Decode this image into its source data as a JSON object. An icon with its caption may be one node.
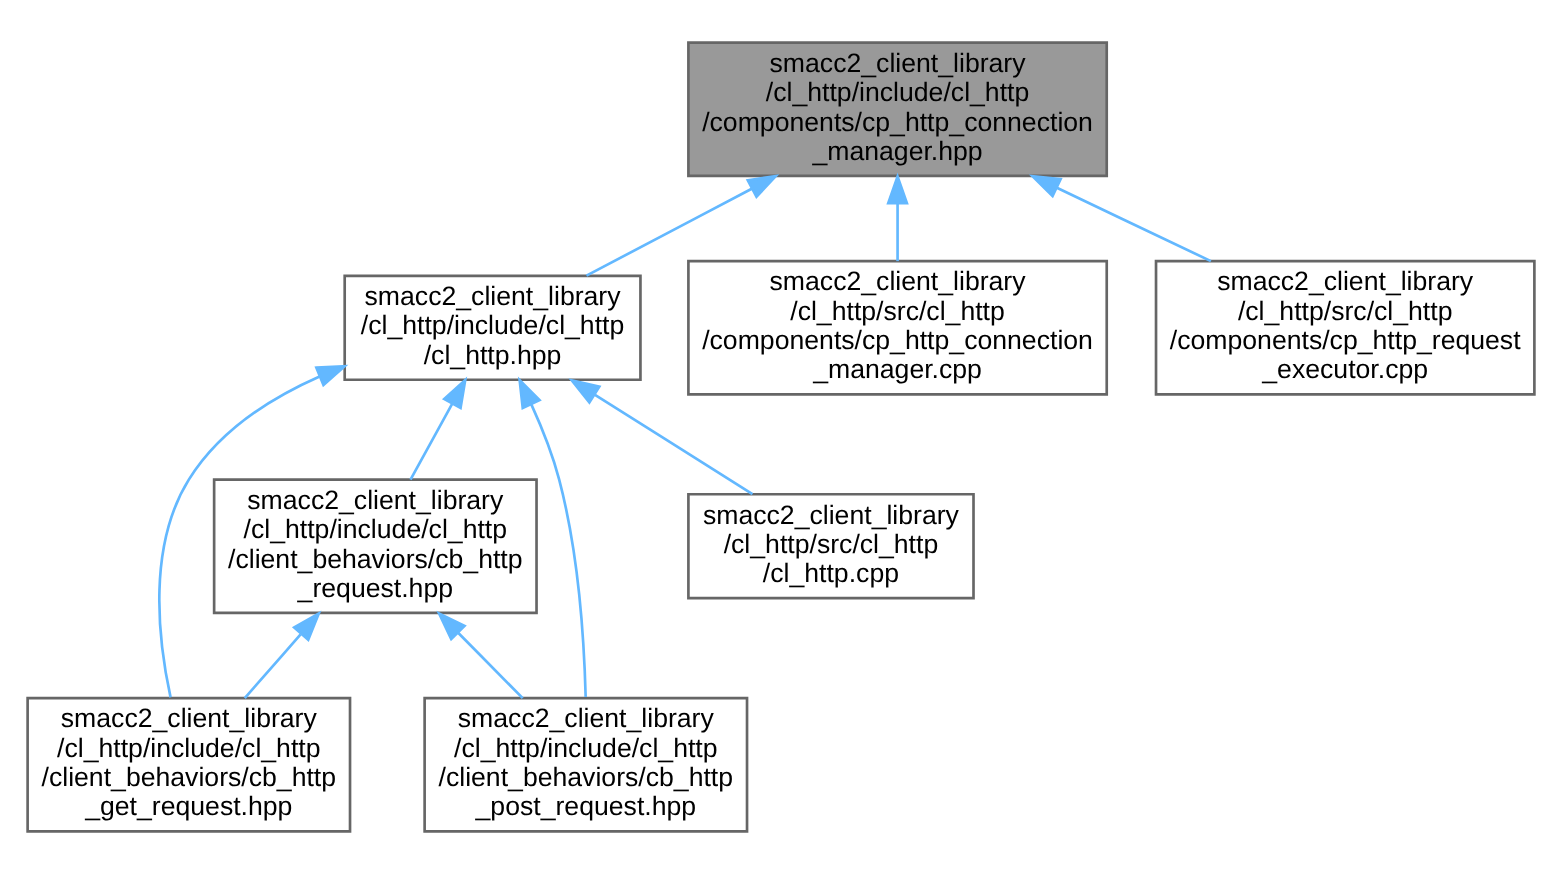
{
  "diagram": {
    "nodes": [
      {
        "text": [
          "smacc2_client_library /cl_http/include/cl_http /components/cp_http_connection _manager.hpp"
        ]
      },
      {
        "text": [
          "smacc2_client_library /cl_http/include/cl_http /cl_http.hpp"
        ]
      },
      {
        "text": [
          "smacc2_client_library /cl_http/src/cl_http /components/cp_http_connection _manager.cpp"
        ]
      },
      {
        "text": [
          "smacc2_client_library /cl_http/src/cl_http /components/cp_http_request _executor.cpp"
        ]
      },
      {
        "text": [
          "smacc2_client_library /cl_http/include/cl_http /client_behaviors/cb_http _request.hpp"
        ]
      },
      {
        "text": [
          "smacc2_client_library /cl_http/src/cl_http /cl_http.cpp"
        ]
      },
      {
        "text": [
          "smacc2_client_library /cl_http/include/cl_http /client_behaviors/cb_http _get_request.hpp"
        ]
      },
      {
        "text": [
          "smacc2_client_library /cl_http/include/cl_http /client_behaviors/cb_http _post_request.hpp"
        ]
      }
    ],
    "edges": [
      {
        "from": 1,
        "to": 0,
        "arrow": "to"
      },
      {
        "from": 2,
        "to": 0,
        "arrow": "to"
      },
      {
        "from": 3,
        "to": 0,
        "arrow": "to"
      },
      {
        "from": 4,
        "to": 1,
        "arrow": "to"
      },
      {
        "from": 6,
        "to": 1,
        "arrow": "to"
      },
      {
        "from": 7,
        "to": 1,
        "arrow": "to"
      },
      {
        "from": 5,
        "to": 1,
        "arrow": "to"
      },
      {
        "from": 6,
        "to": 4,
        "arrow": "to"
      },
      {
        "from": 7,
        "to": 4,
        "arrow": "to"
      }
    ]
  }
}
